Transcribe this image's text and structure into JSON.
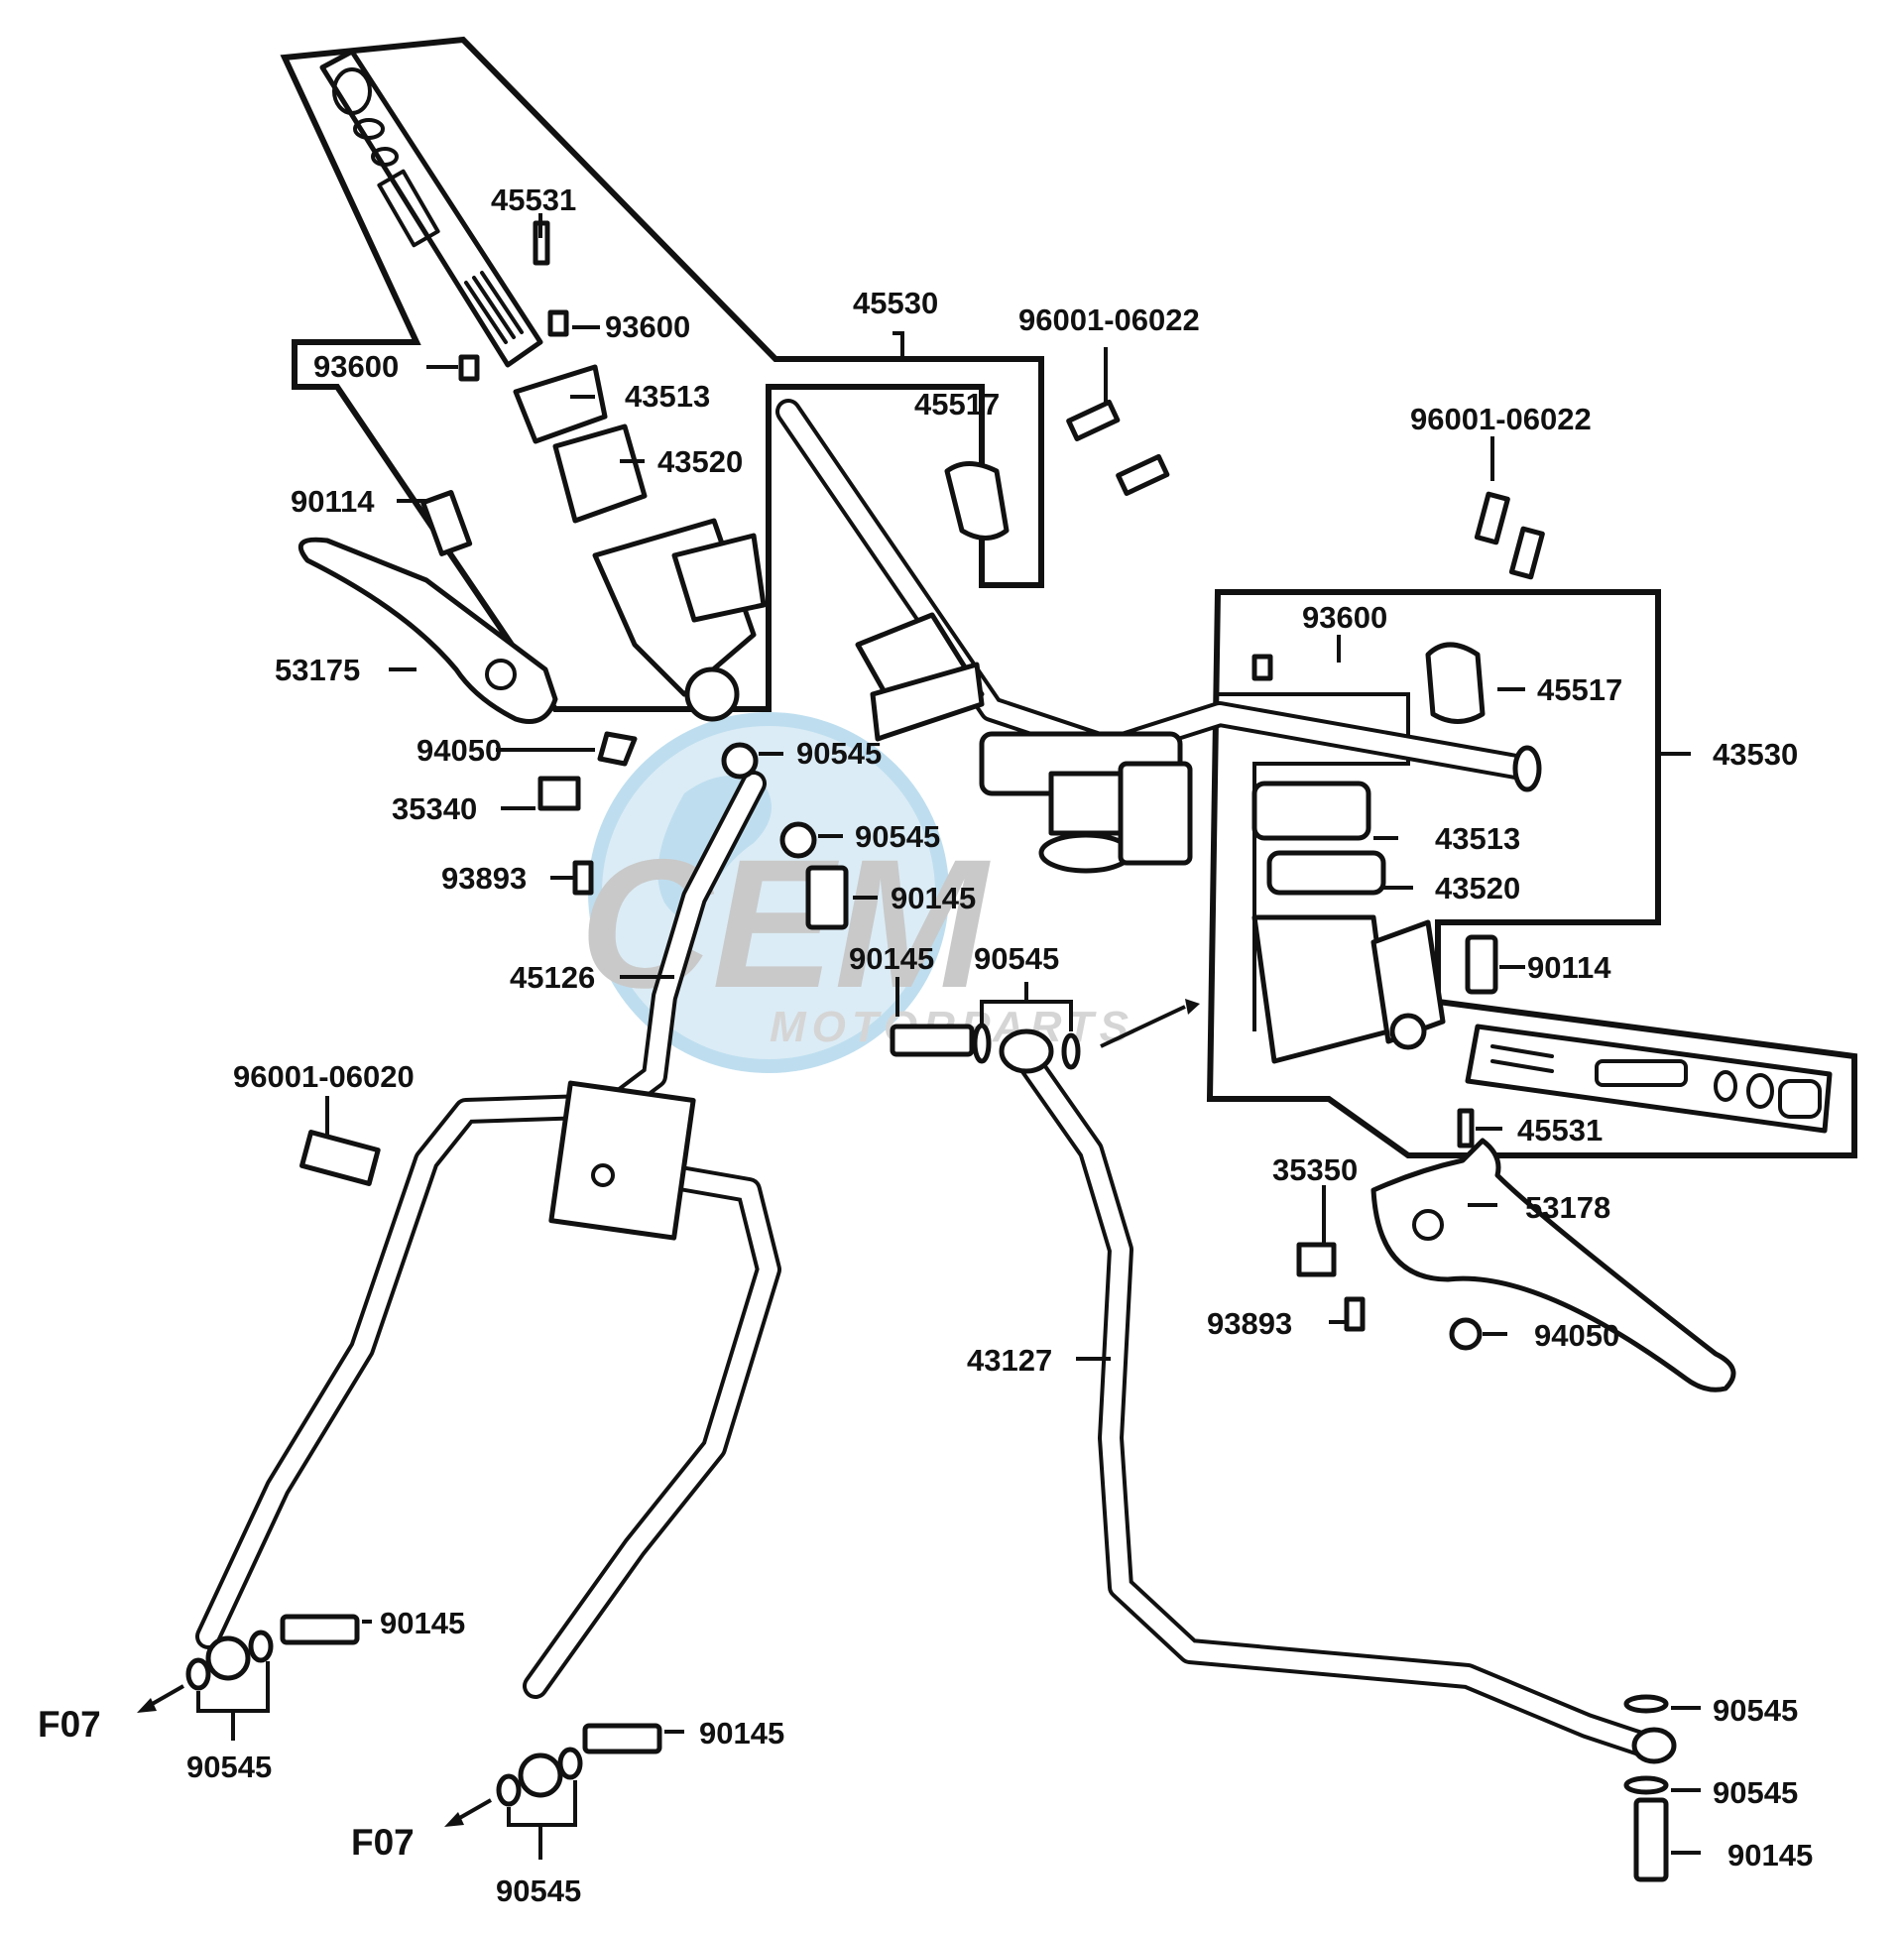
{
  "watermark": {
    "brand": "CEM",
    "sub": "MOTORPARTS",
    "colors": {
      "globe": "#a9d3ea",
      "letters": "#b8b8b8"
    }
  },
  "labels": {
    "p45531_l": "45531",
    "p93600_l1": "93600",
    "p93600_l2": "93600",
    "p45530": "45530",
    "p96001_06022_a": "96001-06022",
    "p43513_l": "43513",
    "p45517_l": "45517",
    "p43520_l": "43520",
    "p96001_06022_b": "96001-06022",
    "p90114_l": "90114",
    "p93600_r": "93600",
    "p53175": "53175",
    "p45517_r": "45517",
    "p43530": "43530",
    "p94050_l": "94050",
    "p90545_a": "90545",
    "p35340": "35340",
    "p90545_b": "90545",
    "p43513_r": "43513",
    "p93893_l": "93893",
    "p90145_a": "90145",
    "p43520_r": "43520",
    "p90145_b": "90145",
    "p90545_c": "90545",
    "p45126": "45126",
    "p90114_r": "90114",
    "p96001_06020": "96001-06020",
    "p45531_r": "45531",
    "p35350": "35350",
    "p53178": "53178",
    "p93893_r": "93893",
    "p94050_r": "94050",
    "p43127": "43127",
    "p90145_c": "90145",
    "p90145_d": "90145",
    "p90545_d": "90545",
    "p90545_e": "90545",
    "p90545_f": "90545",
    "p90545_g": "90545",
    "p90145_e": "90145",
    "f07_a": "F07",
    "f07_b": "F07"
  }
}
